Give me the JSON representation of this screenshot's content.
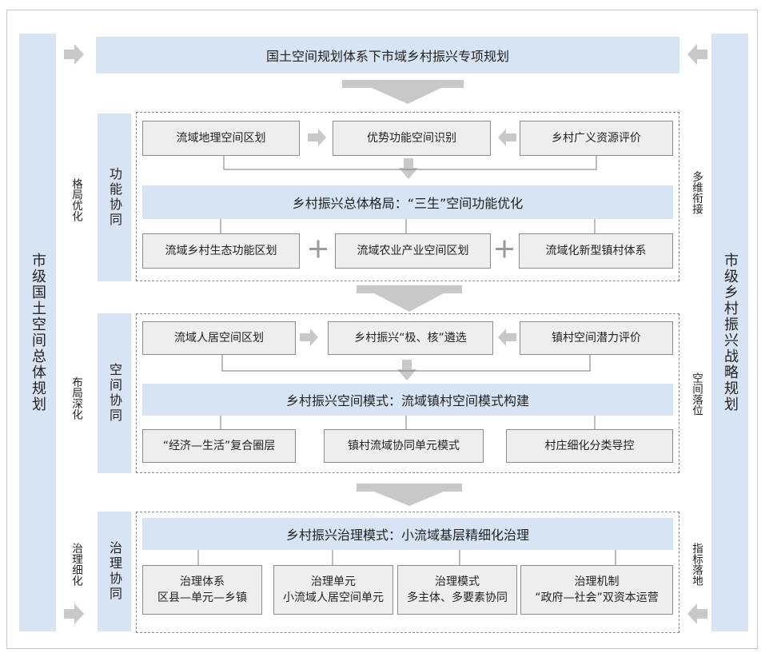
{
  "diagram": {
    "left_column": "市级国土空间总体规划",
    "right_column": "市级乡村振兴战略规划",
    "top_banner": "国土空间规划体系下市域乡村振兴专项规划",
    "sections": [
      {
        "name": "功能协同",
        "left_label": "格局优化",
        "right_label": "多维衔接",
        "inputs": [
          "流域地理空间区划",
          "优势功能空间识别",
          "乡村广义资源评价"
        ],
        "bar": "乡村振兴总体格局：“三生”空间功能优化",
        "outputs": [
          "流域乡村生态功能区划",
          "流域农业产业空间区划",
          "流域化新型镇村体系"
        ]
      },
      {
        "name": "空间协同",
        "left_label": "布局深化",
        "right_label": "空间落位",
        "inputs": [
          "流域人居空间区划",
          "乡村振兴“极、核”遴选",
          "镇村空间潜力评价"
        ],
        "bar": "乡村振兴空间模式：流域镇村空间模式构建",
        "outputs": [
          "“经济—生活”复合圈层",
          "镇村流域协同单元模式",
          "村庄细化分类导控"
        ]
      },
      {
        "name": "治理协同",
        "left_label": "治理细化",
        "right_label": "指标落地",
        "bar": "乡村振兴治理模式：小流域基层精细化治理",
        "outputs": [
          {
            "title": "治理体系",
            "sub": "区县—单元—乡镇"
          },
          {
            "title": "治理单元",
            "sub": "小流域人居空间单元"
          },
          {
            "title": "治理模式",
            "sub": "多主体、多要素协同"
          },
          {
            "title": "治理机制",
            "sub": "“政府—社会”双资本运营"
          }
        ]
      }
    ],
    "colors": {
      "blue_panel": "#d6e4f3",
      "grey_box": "#eeeeee",
      "arrow": "#c8c8c8",
      "line": "#7a7a7a"
    }
  }
}
